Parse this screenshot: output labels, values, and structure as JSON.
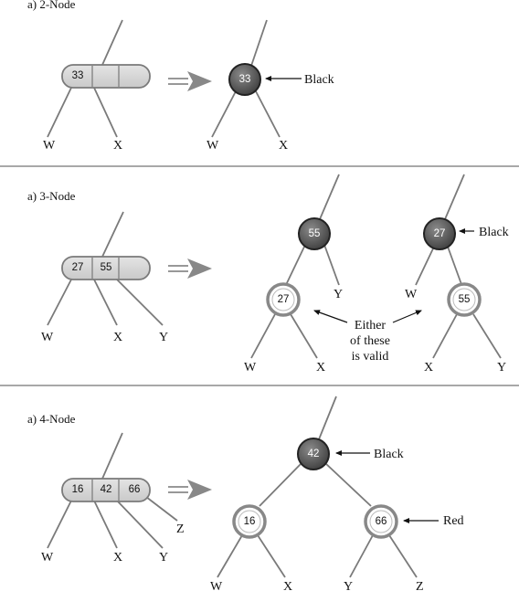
{
  "sections": [
    {
      "caption": "a)  2-Node",
      "kv_keys": [
        "33",
        "",
        ""
      ],
      "kv_leaves": [
        "W",
        "X"
      ],
      "rb_root_key": "33",
      "rb_leaves": [
        "W",
        "X"
      ],
      "black_note": "Black"
    },
    {
      "caption": "a)  3-Node",
      "kv_keys": [
        "27",
        "55",
        ""
      ],
      "kv_leaves": [
        "W",
        "X",
        "Y"
      ],
      "left_tree": {
        "root": "55",
        "child": "27",
        "leaves": [
          "W",
          "X"
        ],
        "right_leaf": "Y"
      },
      "right_tree": {
        "root": "27",
        "child": "55",
        "leaves": [
          "X",
          "Y"
        ],
        "left_leaf": "W"
      },
      "black_note": "Black",
      "either_note": [
        "Either",
        "of these",
        "is valid"
      ]
    },
    {
      "caption": "a)  4-Node",
      "kv_keys": [
        "16",
        "42",
        "66"
      ],
      "kv_leaves": [
        "W",
        "X",
        "Y",
        "Z"
      ],
      "rb_root_key": "42",
      "rb_children": [
        "16",
        "66"
      ],
      "rb_leaves": [
        "W",
        "X",
        "Y",
        "Z"
      ],
      "black_note": "Black",
      "red_note": "Red"
    }
  ],
  "colors": {
    "black_node": "#555555",
    "node_fill": "#d4d4d4",
    "red_node_ring": "#888888"
  }
}
